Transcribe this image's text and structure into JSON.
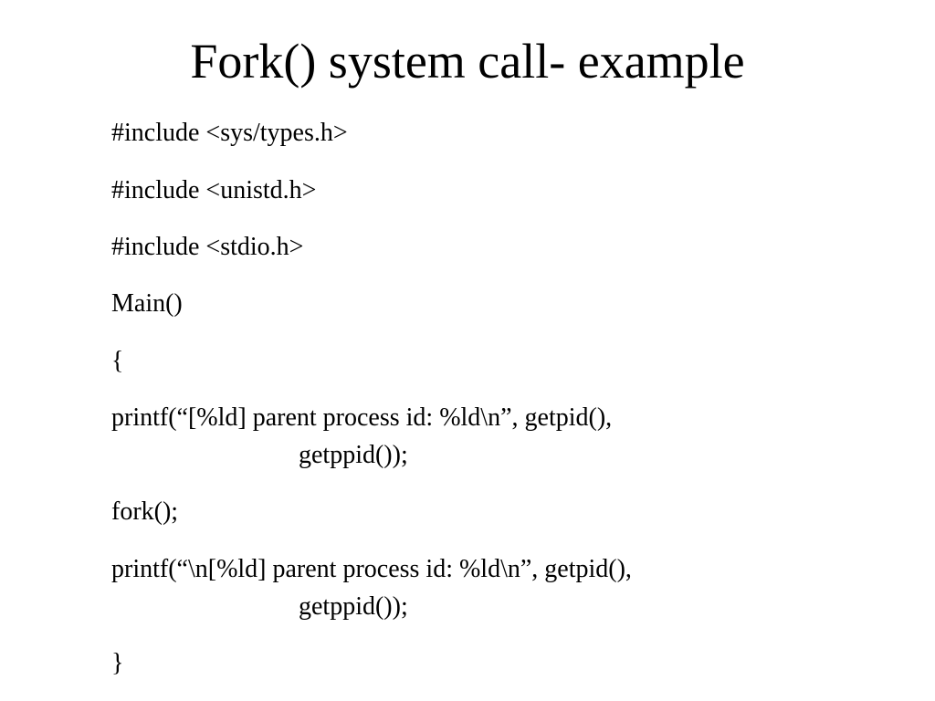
{
  "slide": {
    "title": "Fork() system call- example",
    "code_lines": [
      "#include <sys/types.h>",
      "#include <unistd.h>",
      "#include <stdio.h>",
      "Main()",
      "{",
      "printf(“[%ld] parent process id: %ld\\n”, getpid(),",
      "getppid());",
      "fork();",
      "printf(“\\n[%ld] parent process id: %ld\\n”, getpid(),",
      "getppid());",
      "}"
    ]
  }
}
